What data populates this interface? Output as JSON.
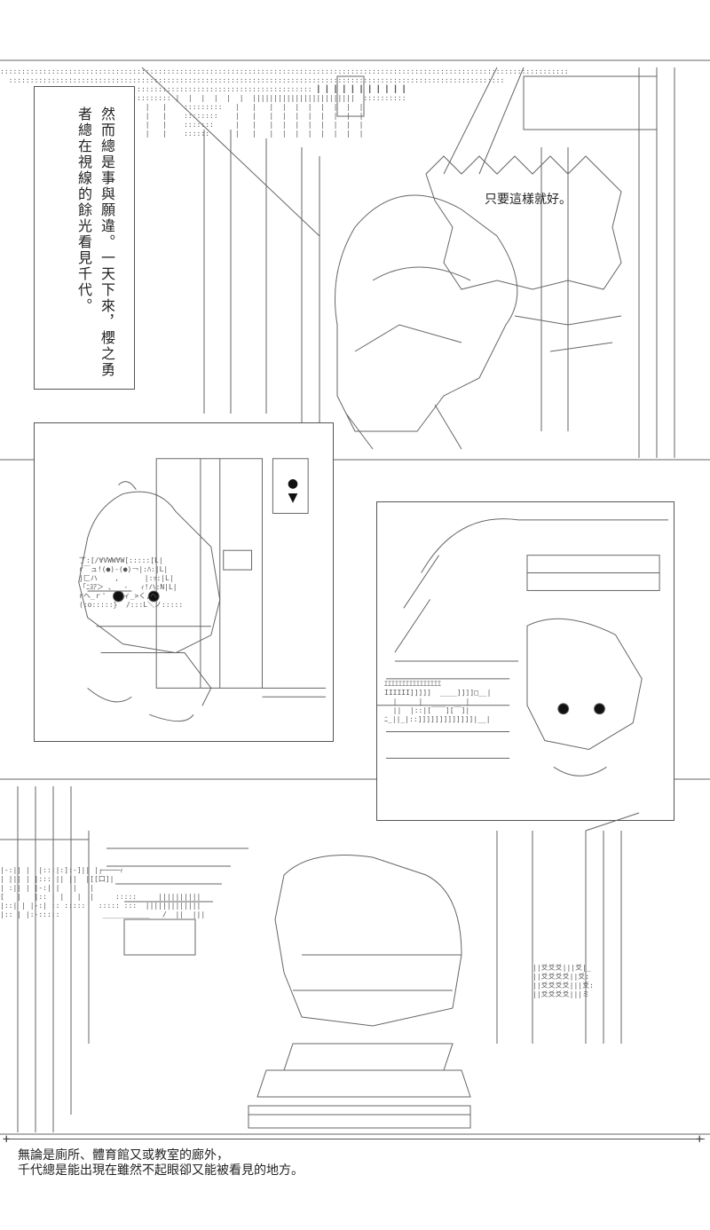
{
  "narration": {
    "top_left_lines": [
      "然而總是事與願違。",
      "一天下來，",
      "櫻之勇者總在視線的餘光看見千代。"
    ]
  },
  "speech": {
    "top_right": "只要這樣就好。"
  },
  "caption": {
    "bottom_lines": [
      "無論是廁所、體育館又或教室的廊外，",
      "千代總是能出現在雖然不起眼卻又能被看見的地方。"
    ]
  },
  "icons": {
    "exclaim_mark": "exclamation-icon"
  }
}
